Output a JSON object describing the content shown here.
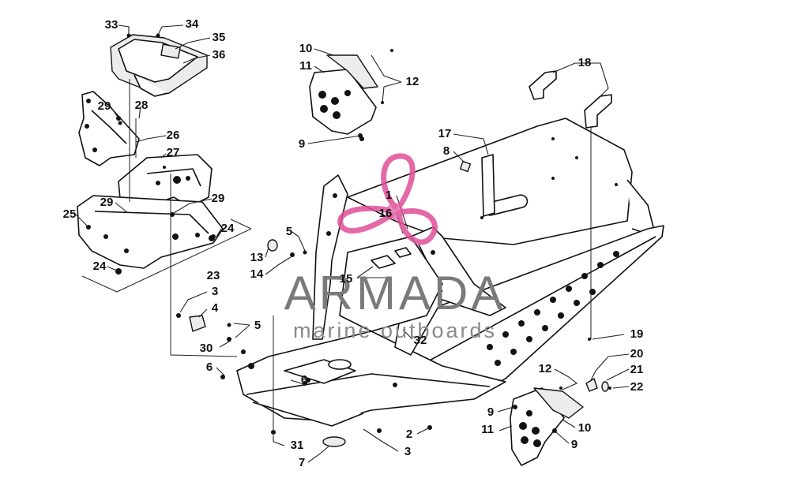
{
  "watermark": {
    "brand": "ARMADA",
    "tagline": "marine outboards",
    "logo_color": "#e0509a"
  },
  "callouts": [
    {
      "id": "c33",
      "label": "33"
    },
    {
      "id": "c34",
      "label": "34"
    },
    {
      "id": "c35",
      "label": "35"
    },
    {
      "id": "c36",
      "label": "36"
    },
    {
      "id": "c29a",
      "label": "29"
    },
    {
      "id": "c28",
      "label": "28"
    },
    {
      "id": "c26",
      "label": "26"
    },
    {
      "id": "c27",
      "label": "27"
    },
    {
      "id": "c29b",
      "label": "29"
    },
    {
      "id": "c29c",
      "label": "29"
    },
    {
      "id": "c25",
      "label": "25"
    },
    {
      "id": "c24a",
      "label": "24"
    },
    {
      "id": "c24b",
      "label": "24"
    },
    {
      "id": "c23",
      "label": "23"
    },
    {
      "id": "c10a",
      "label": "10"
    },
    {
      "id": "c11a",
      "label": "11"
    },
    {
      "id": "c12a",
      "label": "12"
    },
    {
      "id": "c9a",
      "label": "9"
    },
    {
      "id": "c18",
      "label": "18"
    },
    {
      "id": "c17",
      "label": "17"
    },
    {
      "id": "c8",
      "label": "8"
    },
    {
      "id": "c1",
      "label": "1"
    },
    {
      "id": "c16",
      "label": "16"
    },
    {
      "id": "c5a",
      "label": "5"
    },
    {
      "id": "c13",
      "label": "13"
    },
    {
      "id": "c14",
      "label": "14"
    },
    {
      "id": "c15",
      "label": "15"
    },
    {
      "id": "c3a",
      "label": "3"
    },
    {
      "id": "c4",
      "label": "4"
    },
    {
      "id": "c5b",
      "label": "5"
    },
    {
      "id": "c30",
      "label": "30"
    },
    {
      "id": "c6a",
      "label": "6"
    },
    {
      "id": "c6b",
      "label": "6"
    },
    {
      "id": "c32",
      "label": "32"
    },
    {
      "id": "c19",
      "label": "19"
    },
    {
      "id": "c20",
      "label": "20"
    },
    {
      "id": "c21",
      "label": "21"
    },
    {
      "id": "c22",
      "label": "22"
    },
    {
      "id": "c12b",
      "label": "12"
    },
    {
      "id": "c9b",
      "label": "9"
    },
    {
      "id": "c10b",
      "label": "10"
    },
    {
      "id": "c11b",
      "label": "11"
    },
    {
      "id": "c9c",
      "label": "9"
    },
    {
      "id": "c2",
      "label": "2"
    },
    {
      "id": "c3b",
      "label": "3"
    },
    {
      "id": "c31",
      "label": "31"
    },
    {
      "id": "c7",
      "label": "7"
    }
  ]
}
